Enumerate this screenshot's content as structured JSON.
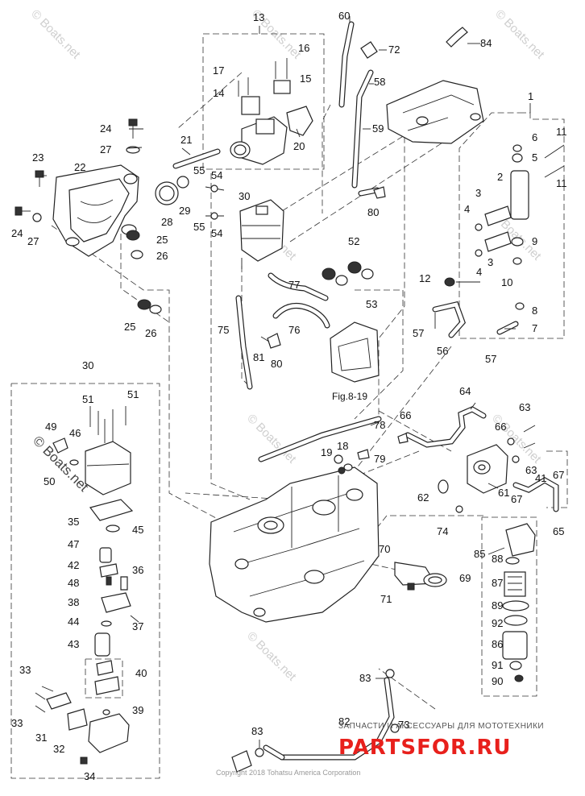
{
  "callouts": [
    "1",
    "2",
    "3",
    "3",
    "4",
    "4",
    "5",
    "6",
    "7",
    "8",
    "9",
    "10",
    "11",
    "11",
    "12",
    "13",
    "14",
    "15",
    "16",
    "17",
    "18",
    "19",
    "20",
    "21",
    "22",
    "23",
    "24",
    "24",
    "25",
    "25",
    "26",
    "26",
    "27",
    "27",
    "28",
    "29",
    "30",
    "30",
    "31",
    "32",
    "33",
    "33",
    "34",
    "35",
    "36",
    "37",
    "38",
    "39",
    "40",
    "41",
    "42",
    "43",
    "44",
    "45",
    "46",
    "47",
    "48",
    "49",
    "50",
    "51",
    "51",
    "52",
    "53",
    "54",
    "54",
    "55",
    "55",
    "56",
    "57",
    "57",
    "58",
    "59",
    "60",
    "61",
    "62",
    "63",
    "63",
    "64",
    "65",
    "66",
    "66",
    "67",
    "67",
    "69",
    "70",
    "71",
    "72",
    "73",
    "74",
    "75",
    "76",
    "77",
    "78",
    "79",
    "80",
    "80",
    "81",
    "82",
    "83",
    "83",
    "84",
    "85",
    "86",
    "87",
    "88",
    "89",
    "90",
    "91",
    "92"
  ],
  "figure_ref": "Fig.8-19",
  "watermark": "© Boats.net",
  "watermark_small": "© Boats.net",
  "copyright": "Copyright 2018 Tohatsu America Corporation",
  "shop_caption": "ЗАПЧАСТИ И АКСЕССУАРЫ ДЛЯ МОТОТЕХНИКИ",
  "shop_logo": "PARTSFOR.RU"
}
